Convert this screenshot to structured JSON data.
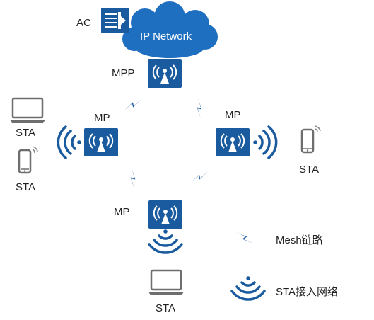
{
  "labels": {
    "ac": "AC",
    "ip_network": "IP Network",
    "mpp": "MPP",
    "mp_left": "MP",
    "mp_right": "MP",
    "mp_bottom": "MP",
    "sta_laptop_left": "STA",
    "sta_phone_left": "STA",
    "sta_phone_right": "STA",
    "sta_laptop_bottom": "STA"
  },
  "legend": {
    "mesh_link": "Mesh链路",
    "sta_access": "STA接入网络"
  },
  "colors": {
    "primary_blue": "#1a5a9e",
    "cloud_blue": "#1f6fc1",
    "laptop_gray": "#6e6e6e"
  }
}
